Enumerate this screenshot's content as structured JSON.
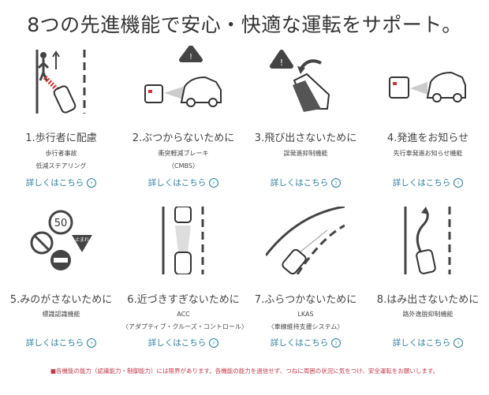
{
  "title": "8つの先進機能で安心・快適な運転をサポート。",
  "features": [
    {
      "heading": "1.歩行者に配慮",
      "sub": [
        "歩行者事故",
        "低減ステアリング"
      ],
      "link": "詳しくはこちら",
      "icon": "pedestrian-steering-icon"
    },
    {
      "heading": "2.ぶつからないために",
      "sub": [
        "衝突軽減ブレーキ",
        "（CMBS）"
      ],
      "link": "詳しくはこちら",
      "icon": "collision-brake-icon"
    },
    {
      "heading": "3.飛び出さないために",
      "sub": [
        "誤発進抑制機能"
      ],
      "link": "詳しくはこちら",
      "icon": "pedal-warning-icon"
    },
    {
      "heading": "4.発進をお知らせ",
      "sub": [
        "先行車発進お知らせ機能"
      ],
      "link": "詳しくはこちら",
      "icon": "lead-car-departure-icon"
    },
    {
      "heading": "5.みのがさないために",
      "sub": [
        "標識認識機能"
      ],
      "link": "詳しくはこちら",
      "icon": "road-sign-icon"
    },
    {
      "heading": "6.近づきすぎないために",
      "sub": [
        "ACC",
        "〈アダプティブ・クルーズ・コントロール〉"
      ],
      "link": "詳しくはこちら",
      "icon": "adaptive-cruise-icon"
    },
    {
      "heading": "7.ふらつかないために",
      "sub": [
        "LKAS",
        "〈車線維持支援システム〉"
      ],
      "link": "詳しくはこちら",
      "icon": "lane-keep-icon"
    },
    {
      "heading": "8.はみ出さないために",
      "sub": [
        "路外逸脱抑制機能"
      ],
      "link": "詳しくはこちら",
      "icon": "road-departure-icon"
    }
  ],
  "sign_speed": "50",
  "sign_stop": "止まれ",
  "link_arrow": "›",
  "note": "■各機能の能力（認識能力・制御能力）には限界があります。各機能の能力を過信せず、つねに周囲の状況に気をつけ、安全運転をお願いします。",
  "colors": {
    "link": "#2a7fa0",
    "note": "#c0384a"
  }
}
